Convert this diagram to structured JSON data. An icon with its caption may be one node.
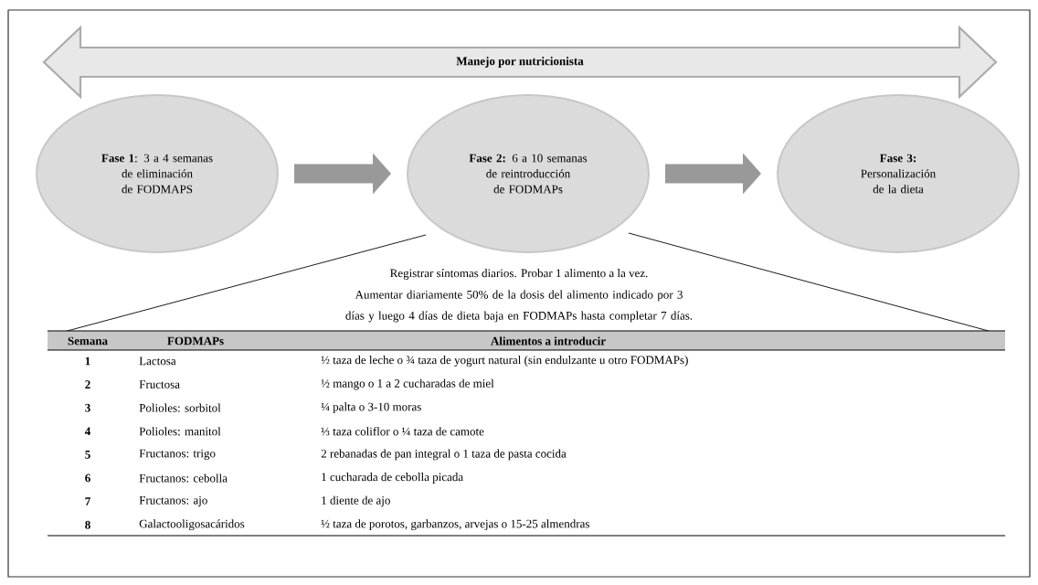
{
  "diagram": {
    "nodes": [
      {
        "text": [
          "Manejo por nutricionista"
        ]
      },
      {
        "text": [
          "**Fase 1**: 3 a 4 semanas de eliminación de FODMAPS"
        ]
      },
      {
        "text": [
          "**Fase 2:** 6 a 10 semanas de reintroducción de FODMAPs"
        ]
      },
      {
        "text": [
          "Fase 3:",
          "Personalización de la dieta"
        ]
      }
    ],
    "edges": [
      {
        "from": 1,
        "to": 2,
        "arrow": "to"
      },
      {
        "from": 2,
        "to": 3,
        "arrow": "to"
      }
    ],
    "labels": [
      "Registrar síntomas diarios. Probar 1 alimento a la vez.",
      "Aumentar diariamente 50% de la dosis del alimento indicado por 3 días y luego 4 días de dieta baja en FODMAPs hasta completar 7 días.",
      "Semana",
      "FODMAPs",
      "Alimentos a introducir",
      "1",
      "Lactosa",
      "½ taza de leche o ¾ taza de yogurt natural (sin endulzante u otro FODMAPs)",
      "2",
      "Fructosa",
      "½ mango o 1 a 2 cucharadas de miel",
      "3",
      "Polioles: sorbitol",
      "¼ palta o 3-10 moras",
      "4",
      "Polioles: manitol",
      "⅓ taza coliflor o ¼ taza de camote",
      "5",
      "Fructanos: trigo",
      "2 rebanadas de pan integral o 1 taza de pasta cocida",
      "6",
      "Fructanos: cebolla",
      "1 cucharada de cebolla picada",
      "7",
      "Fructanos: ajo",
      "1 diente de ajo",
      "8",
      "Galactooligosacáridos",
      "½ taza de porotos, garbanzos, arvejas o 15-25 almendras"
    ]
  }
}
